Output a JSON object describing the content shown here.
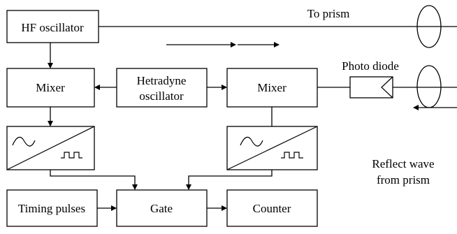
{
  "diagram": {
    "blocks": {
      "hf_oscillator": "HF oscillator",
      "mixer_left": "Mixer",
      "heterodyne_line1": "Hetradyne",
      "heterodyne_line2": "oscillator",
      "mixer_right": "Mixer",
      "timing_pulses": "Timing pulses",
      "gate": "Gate",
      "counter": "Counter"
    },
    "labels": {
      "to_prism": "To prism",
      "photo_diode": "Photo diode",
      "reflect_line1": "Reflect wave",
      "reflect_line2": "from prism"
    }
  }
}
